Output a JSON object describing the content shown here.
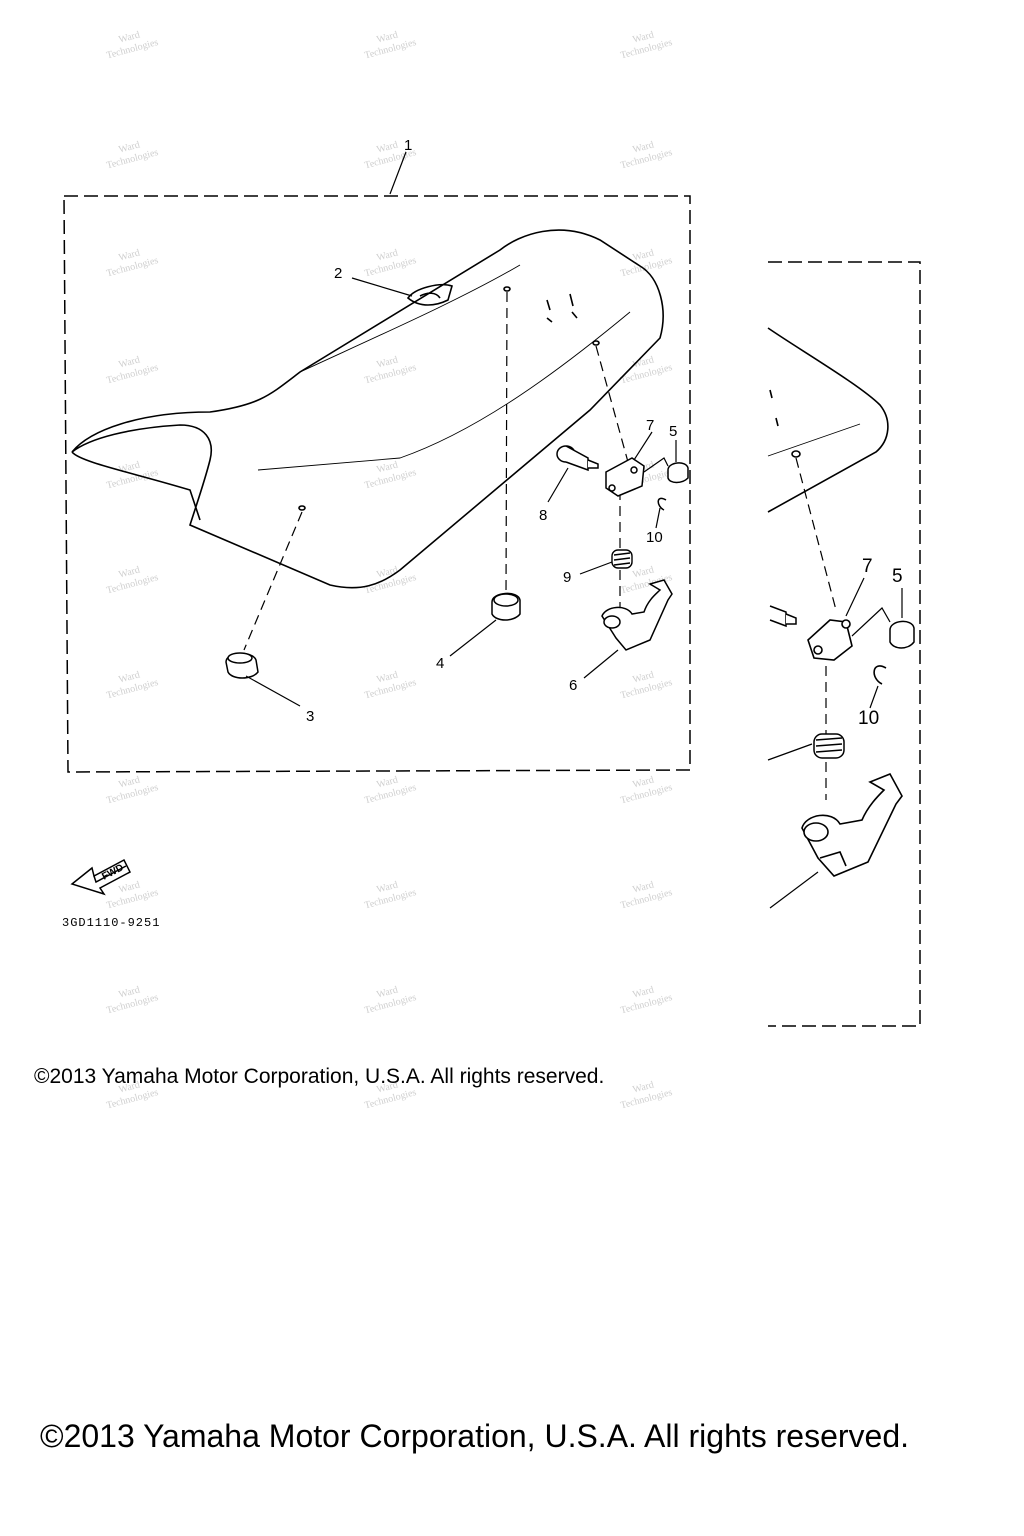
{
  "diagram": {
    "drawing_code": "3GD1110-9251",
    "fwd_label": "FWD",
    "callouts_main": [
      "1",
      "2",
      "3",
      "4",
      "5",
      "6",
      "7",
      "8",
      "9",
      "10"
    ],
    "callouts_detail": [
      "7",
      "5",
      "10"
    ],
    "watermark": [
      "Ward",
      "Technologies"
    ]
  },
  "footer": {
    "copyright_small": "©2013 Yamaha Motor Corporation, U.S.A. All rights reserved.",
    "copyright_large": "©2013 Yamaha Motor Corporation, U.S.A. All rights reserved."
  }
}
